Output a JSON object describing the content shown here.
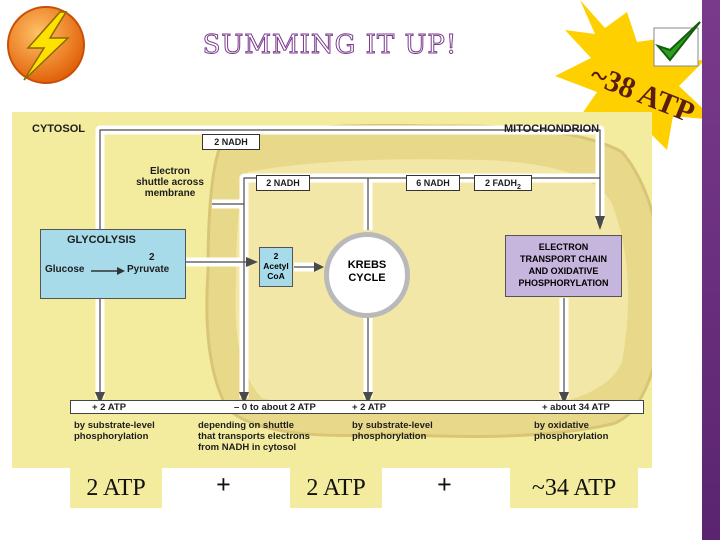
{
  "slide": {
    "title": "SUMMING IT UP!"
  },
  "burst": {
    "text": "~38 ATP",
    "color": "#ffd000"
  },
  "icons": {
    "bolt": "lightning-bolt-icon",
    "check": "checkmark-icon"
  },
  "diagram": {
    "cytosol": "CYTOSOL",
    "mitochondrion": "MITOCHONDRION",
    "nadh_top": "2 NADH",
    "nadh_mid": "2 NADH",
    "nadh_krebs": "6 NADH",
    "fadh": "2 FADH",
    "fadh_sub": "2",
    "shuttle": [
      "Electron",
      "shuttle across",
      "membrane"
    ],
    "glycolysis": "GLYCOLYSIS",
    "glucose": "Glucose",
    "pyruvate_num": "2",
    "pyruvate": "Pyruvate",
    "acetyl": [
      "2",
      "Acetyl",
      "CoA"
    ],
    "krebs": [
      "KREBS",
      "CYCLE"
    ],
    "etc": [
      "ELECTRON",
      "TRANSPORT CHAIN",
      "AND OXIDATIVE",
      "PHOSPHORYLATION"
    ],
    "atp_labels": [
      "+ 2 ATP",
      "– 0 to about 2 ATP",
      "+ 2 ATP",
      "+ about 34 ATP"
    ],
    "notes": [
      [
        "by substrate-level",
        "phosphorylation"
      ],
      [
        "depending on shuttle",
        "that transports electrons",
        "from NADH in cytosol"
      ],
      [
        "by substrate-level",
        "phosphorylation"
      ],
      [
        "by oxidative",
        "phosphorylation"
      ]
    ]
  },
  "totals": {
    "t1": "2 ATP",
    "plus1": "+",
    "t2": "2 ATP",
    "plus2": "+",
    "t3": "~34 ATP"
  },
  "colors": {
    "diagram_bg": "#f3ec9f",
    "glycolysis": "#a7dbe9",
    "etc": "#c6b5dd",
    "accent": "#7b3a8e"
  }
}
